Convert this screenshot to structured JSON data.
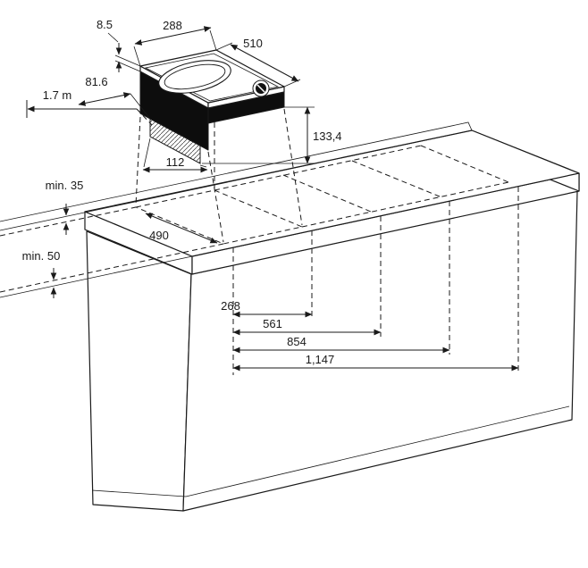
{
  "diagram": {
    "title": "Built-in cooktop installation dimensions",
    "labels": {
      "rim_height": "8.5",
      "appliance_width": "288",
      "appliance_depth": "510",
      "connection_offset": "81.6",
      "cable_length": "1.7 m",
      "build_in_depth": "133,4",
      "base_width": "112",
      "min_rear_clearance": "min. 35",
      "cutout_depth": "490",
      "min_front_clearance": "min. 50",
      "cutout_width_single": "268",
      "cutout_width_double": "561",
      "cutout_width_triple": "854",
      "cutout_width_quad": "1,147"
    },
    "colors": {
      "line": "#1a1a1a",
      "background": "#ffffff",
      "appliance_body": "#0d0d0d"
    }
  }
}
